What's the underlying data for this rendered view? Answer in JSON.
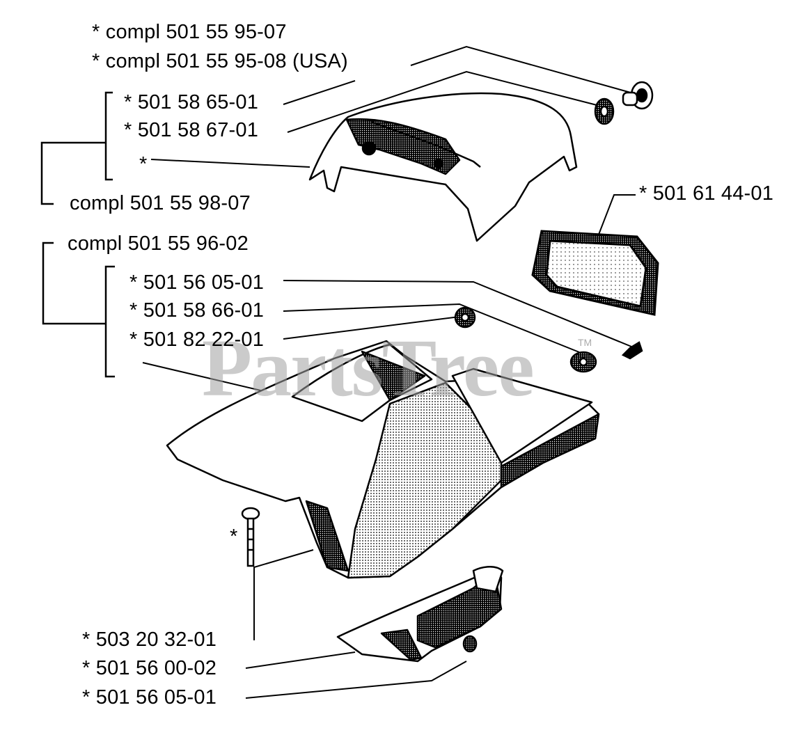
{
  "watermark": {
    "text": "PartsTree",
    "tm": "TM"
  },
  "labels": {
    "top_set_1": "*  compl 501 55 95-07",
    "top_set_2": "*  compl 501 55 95-08 (USA)",
    "upper_1": "*  501 58 65-01",
    "upper_2": "*  501 58 67-01",
    "upper_star": "*",
    "upper_compl": "compl 501 55 98-07",
    "filter": "*  501 61 44-01",
    "lower_compl": "compl 501 55 96-02",
    "lower_1": "*  501 56 05-01",
    "lower_2": "*  501 58 66-01",
    "lower_3": "*  501 82 22-01",
    "screw_star": "*",
    "bottom_1": "*  503 20 32-01",
    "bottom_2": "*  501 56 00-02",
    "bottom_3": "*  501 56 05-01"
  }
}
